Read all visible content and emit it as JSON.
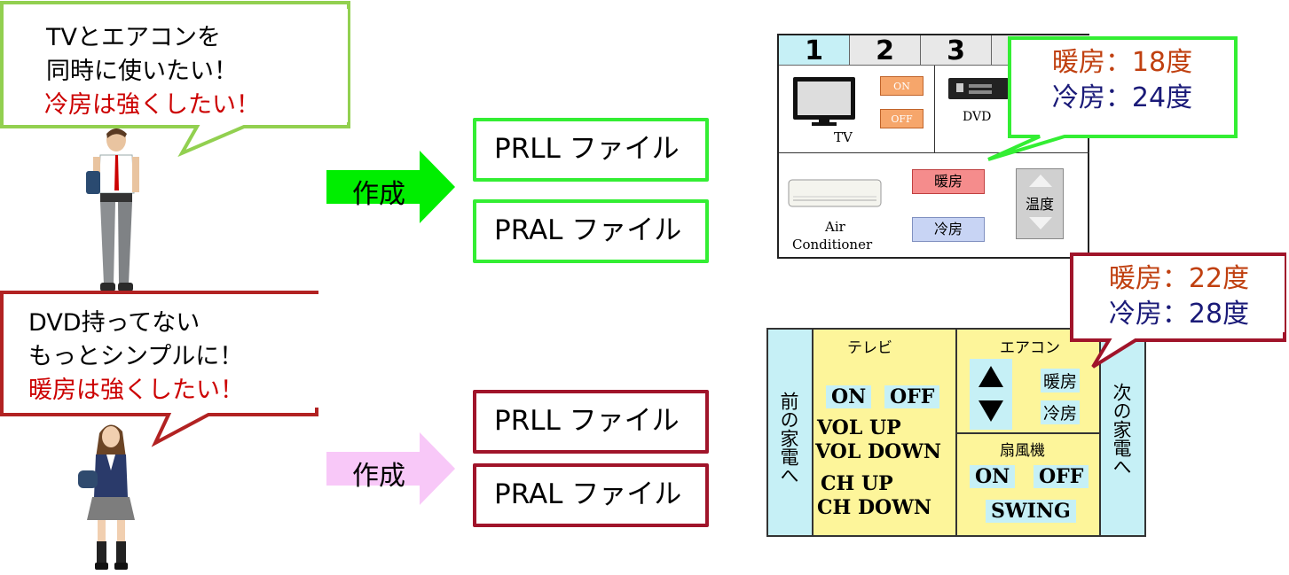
{
  "bubble_male": {
    "line1": "TVとエアコンを",
    "line2": "同時に使いたい！",
    "line3": "冷房は強くしたい！"
  },
  "bubble_female": {
    "line1": "DVD持ってない",
    "line2": "もっとシンプルに！",
    "line3": "暖房は強くしたい！"
  },
  "arrow_top": {
    "label": "作成",
    "color": "#00ee00"
  },
  "arrow_bottom": {
    "label": "作成",
    "color": "#f8c8f8"
  },
  "files_top": [
    "PRLL ファイル",
    "PRAL ファイル"
  ],
  "files_bottom": [
    "PRLL ファイル",
    "PRAL ファイル"
  ],
  "remote1": {
    "tabs": [
      "1",
      "2",
      "3"
    ],
    "tv_label": "TV",
    "on": "ON",
    "off": "OFF",
    "dvd_label": "DVD",
    "ac_label_1": "Air",
    "ac_label_2": "Conditioner",
    "heat": "暖房",
    "cool": "冷房",
    "temp": "温度"
  },
  "remote2": {
    "prev": "前の家電へ",
    "next": "次の家電へ",
    "tv_title": "テレビ",
    "tv_on": "ON",
    "tv_off": "OFF",
    "vol_up": "VOL UP",
    "vol_down": "VOL DOWN",
    "ch_up": "CH UP",
    "ch_down": "CH DOWN",
    "ac_title": "エアコン",
    "heat": "暖房",
    "cool": "冷房",
    "fan_title": "扇風機",
    "fan_on": "ON",
    "fan_off": "OFF",
    "swing": "SWING"
  },
  "temp_top": {
    "heat": "暖房：18度",
    "cool": "冷房：24度"
  },
  "temp_bottom": {
    "heat": "暖房：22度",
    "cool": "冷房：28度"
  }
}
